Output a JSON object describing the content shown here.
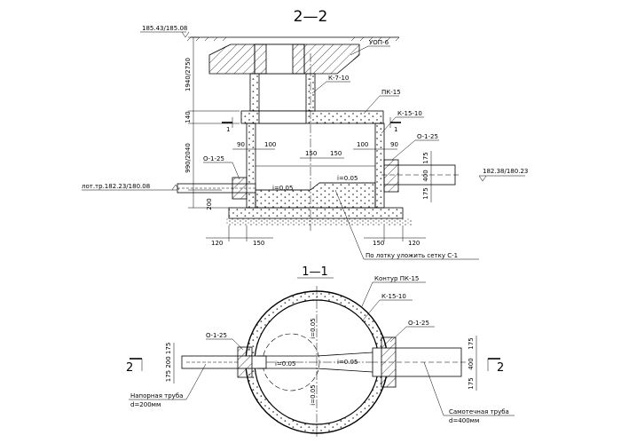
{
  "section_top": {
    "title": "2—2",
    "levels": {
      "top": "185.43/185.08",
      "left_pipe": "лот.тр.182.23/180.08",
      "right_pipe": "182.38/180.23"
    },
    "labels": {
      "uop": "УОП-6",
      "k710": "К-7-10",
      "pk15": "ПК-15",
      "k1510": "К-15-10",
      "o125_left": "О-1-25",
      "o125_right": "О-1-25",
      "slope_left": "i=0.05",
      "slope_right": "i=0.05",
      "note": "По лотку уложить сетку С-1",
      "cut_mark": "1"
    },
    "dims": {
      "height_upper": "1940/2750",
      "h140": "140",
      "height_lower": "990/2040",
      "h200": "200",
      "d90_left": "90",
      "d100_left": "100",
      "d150_a": "150",
      "d150_b": "150",
      "d100_right": "100",
      "d90_right": "90",
      "d175_top": "175",
      "d400": "400",
      "d175_bottom": "175",
      "b120_left": "120",
      "b150_left": "150",
      "b150_right": "150",
      "b120_right": "120"
    }
  },
  "section_plan": {
    "title": "1—1",
    "labels": {
      "contour": "Контур ПК-15",
      "k1510": "К-15-10",
      "o125_left": "О-1-25",
      "o125_right": "О-1-25",
      "slope_h_left": "i=0.05",
      "slope_h_right": "i=0.05",
      "slope_v_top": "i=0.05",
      "slope_v_bottom": "i=0.05",
      "pressure_pipe": "Напорная труба",
      "pressure_pipe_d": "d=200мм",
      "gravity_pipe": "Самотечная труба",
      "gravity_pipe_d": "d=400мм",
      "cut_left": "2",
      "cut_right": "2"
    },
    "dims": {
      "left_stack": "175 200 175",
      "right_175_top": "175",
      "right_400": "400",
      "right_175_bottom": "175"
    }
  }
}
